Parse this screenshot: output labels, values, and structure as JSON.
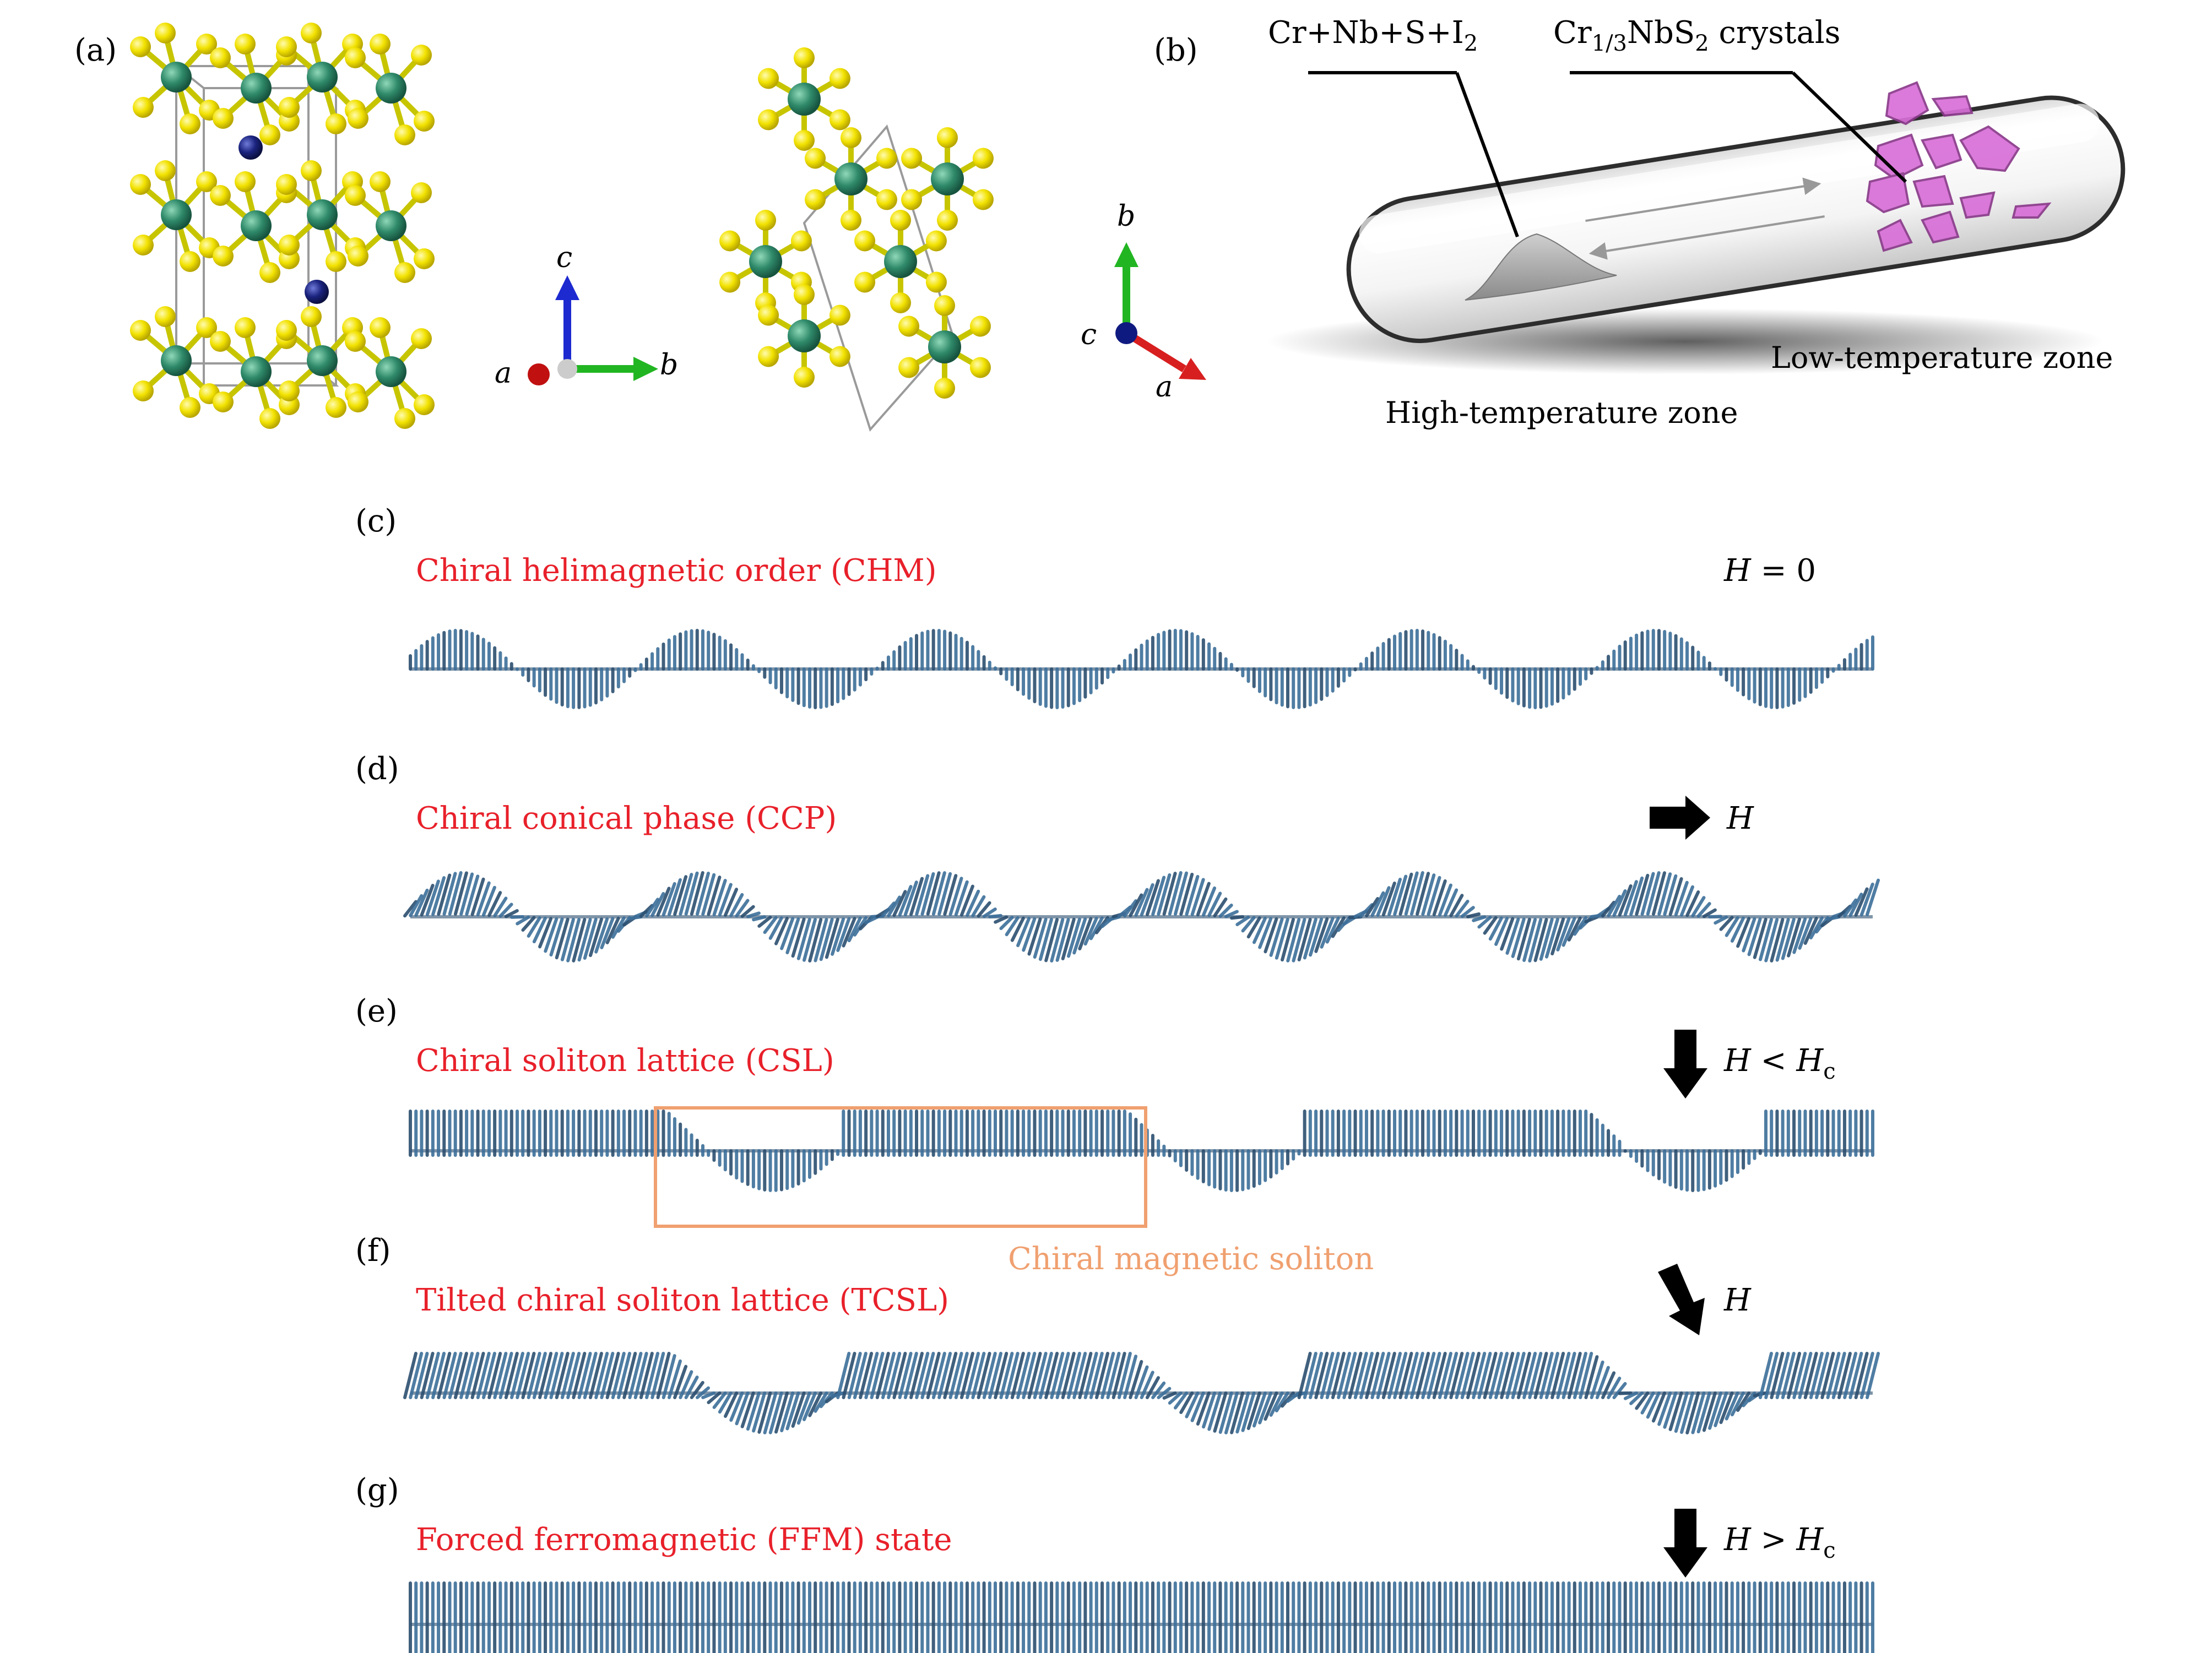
{
  "panels": {
    "a": {
      "label": "(a)",
      "axes_side": {
        "vertical": "c",
        "horizontal": "b",
        "out_of_plane": "a"
      },
      "axes_top": {
        "vertical": "b",
        "diagonal": "a",
        "out_of_plane": "c"
      }
    },
    "b": {
      "label": "(b)",
      "reactants": "Cr+Nb+S+I",
      "reactants_sub": "2",
      "crystals_main": "Cr",
      "crystals_sub1": "1/3",
      "crystals_mid": "NbS",
      "crystals_sub2": "2",
      "crystals_tail": " crystals",
      "low_zone": "Low-temperature zone",
      "high_zone": "High-temperature zone"
    },
    "states": [
      {
        "label": "(c)",
        "title": "Chiral helimagnetic order (CHM)",
        "field": "H",
        "field_rel": " = 0",
        "field_sub": "",
        "arrow": "none"
      },
      {
        "label": "(d)",
        "title": "Chiral conical phase (CCP)",
        "field": "H",
        "field_rel": "",
        "field_sub": "",
        "arrow": "right"
      },
      {
        "label": "(e)",
        "title": "Chiral soliton lattice (CSL)",
        "field": "H",
        "field_rel": " < H",
        "field_sub": "c",
        "arrow": "down"
      },
      {
        "label": "(f)",
        "title": "Tilted chiral soliton lattice (TCSL)",
        "field": "H",
        "field_rel": "",
        "field_sub": "",
        "arrow": "tilted"
      },
      {
        "label": "(g)",
        "title": "Forced ferromagnetic (FFM) state",
        "field": "H",
        "field_rel": " > H",
        "field_sub": "c",
        "arrow": "down"
      }
    ],
    "soliton_annotation": "Chiral magnetic soliton"
  },
  "colors": {
    "title_red": "#e8202a",
    "spin_blue": "#3d6f9a",
    "spin_dark": "#2c4f70",
    "soliton_orange": "#f0a070",
    "cr_atom": "#2f8a6a",
    "nb_atom": "#1a237e",
    "s_atom": "#f2e200",
    "crystal_pink": "#d86fd8",
    "axis_red": "#d81f1f",
    "axis_green": "#22b522",
    "axis_blue": "#1d2ad0"
  }
}
